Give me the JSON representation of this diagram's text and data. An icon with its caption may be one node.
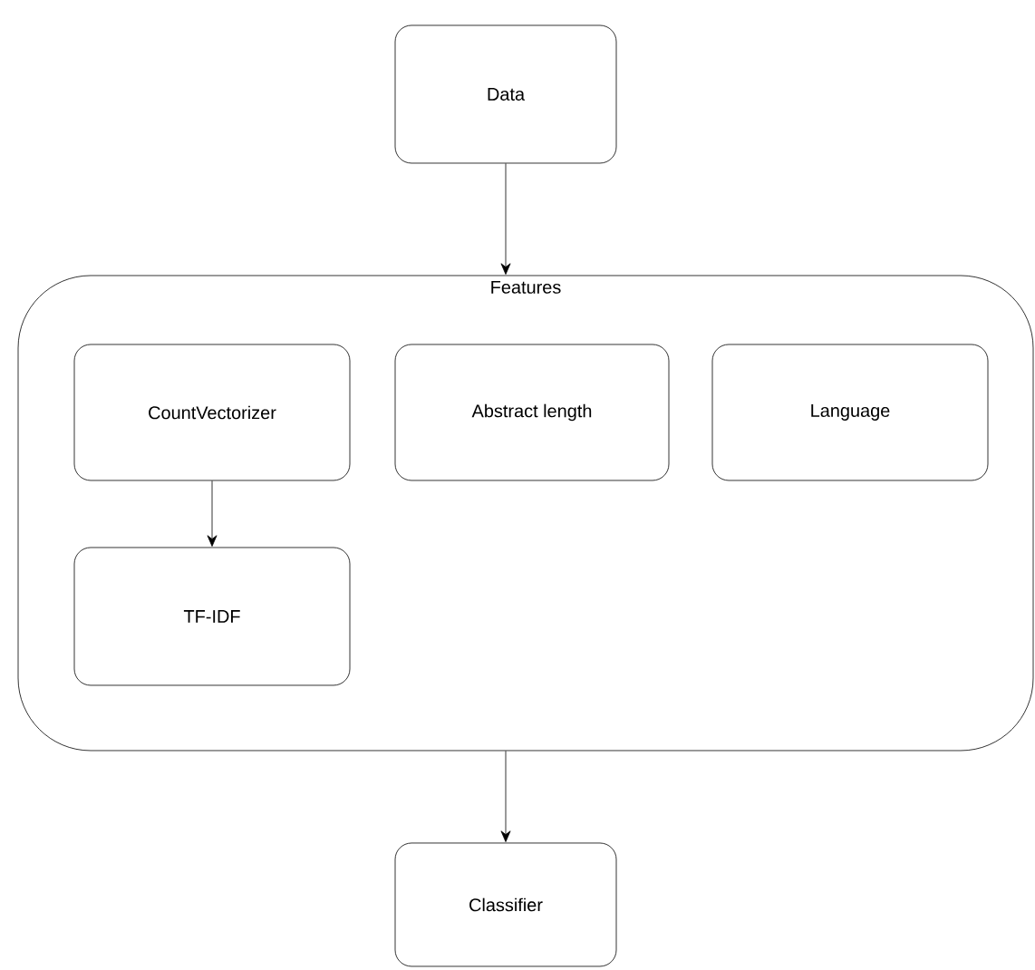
{
  "diagram": {
    "nodes": [
      {
        "text": [
          "Data"
        ]
      },
      {
        "text": [
          "Features"
        ]
      },
      {
        "text": [
          "CountVectorizer"
        ],
        "in": 1
      },
      {
        "text": [
          "Abstract length"
        ],
        "in": 1
      },
      {
        "text": [
          "Language"
        ],
        "in": 1
      },
      {
        "text": [
          "TF-IDF"
        ],
        "in": 1
      },
      {
        "text": [
          "Classifier"
        ]
      }
    ],
    "edges": [
      {
        "from": 0,
        "to": 1,
        "arrow": "to"
      },
      {
        "from": 2,
        "to": 5,
        "arrow": "to"
      },
      {
        "from": 1,
        "to": 6,
        "arrow": "to"
      }
    ]
  }
}
